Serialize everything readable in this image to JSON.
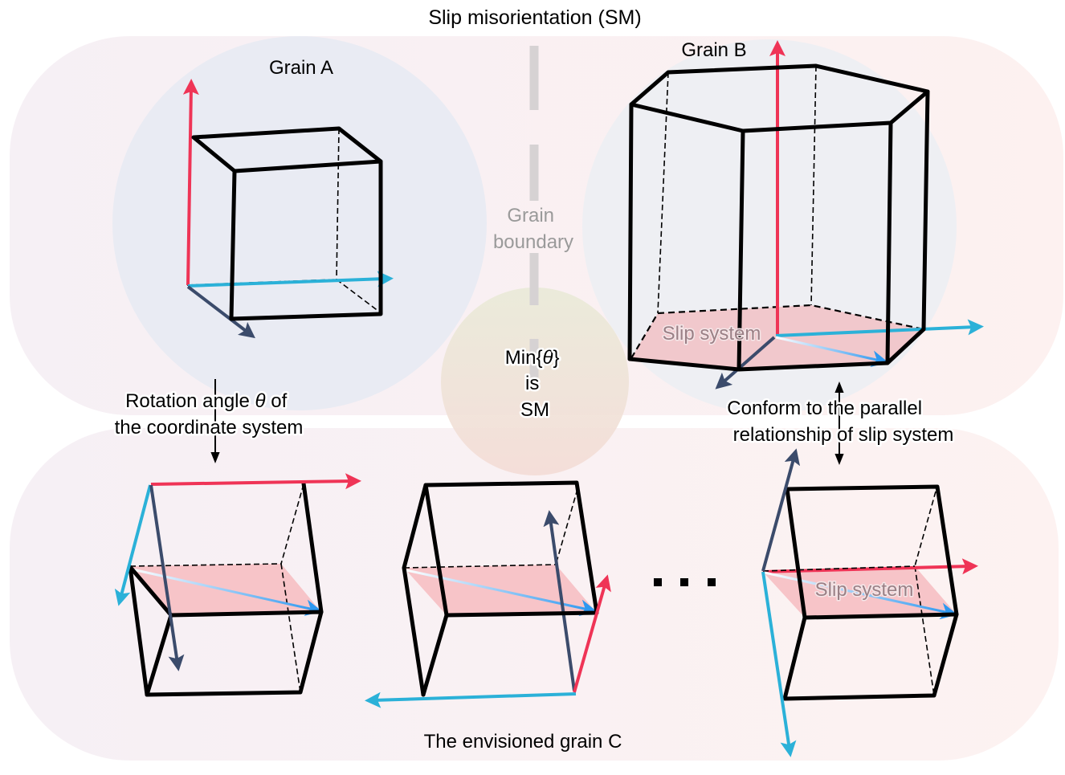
{
  "title": "Slip misorientation (SM)",
  "grain_a": {
    "label": "Grain A"
  },
  "grain_b": {
    "label": "Grain B",
    "slip_label": "Slip system"
  },
  "grain_boundary": {
    "line1": "Grain",
    "line2": "boundary"
  },
  "min_theta": {
    "line1": "Min{",
    "theta": "θ",
    "line1_end": "}",
    "line2": "is",
    "line3": "SM"
  },
  "rotation_note": {
    "line1_pre": "Rotation angle ",
    "theta": "θ",
    "line1_post": " of",
    "line2": "the coordinate system"
  },
  "conform_note": {
    "line1": "Conform to the parallel",
    "line2": "relationship of slip system"
  },
  "grain_c": {
    "label": "The envisioned grain C",
    "slip_label": "Slip system",
    "ellipsis": "■ ■ ■"
  },
  "colors": {
    "axis_red": "#ef3456",
    "axis_cyan": "#2bb1d8",
    "axis_navy": "#3b4b6b",
    "slip_arrow": "#2e98f0",
    "slip_plane": "#f7c4c8",
    "grain_circle": "#e9ebf3",
    "band_top": "#f6eff3",
    "band_bottom": "#f7eff3",
    "center_circle": "#eee6dc"
  }
}
